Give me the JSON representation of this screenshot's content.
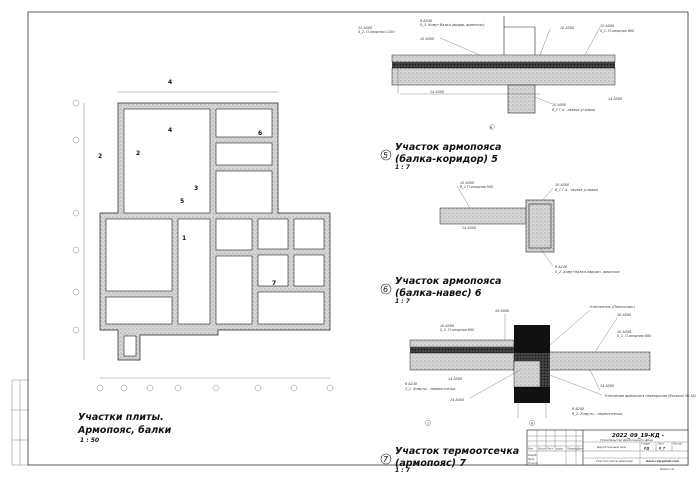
{
  "sheet": {
    "plan": {
      "title_line1": "Участки плиты.",
      "title_line2": "Армопояс, балки",
      "scale": "1 : 50",
      "section_marks": [
        "1",
        "2",
        "3",
        "4",
        "5",
        "6",
        "7"
      ]
    },
    "detail5": {
      "number": "5",
      "title_line1": "Участок армопояса",
      "title_line2": "(балка-коридор) 5",
      "scale": "1 : 7",
      "callouts": [
        "6 A240",
        "5_3. Хомут балка-(видир. армопояс)",
        "11 A500",
        "5_2. П-опорная 1100",
        "10 A500",
        "10 A500",
        "10 A500",
        "5_1. П-опорная 600",
        "14 A500",
        "14 A500",
        "10 A500",
        "6_1 Г-я - связка угловая"
      ],
      "axis": "Б"
    },
    "detail6": {
      "number": "6",
      "title_line1": "Участок армопояса",
      "title_line2": "(балка-навес) 6",
      "scale": "1 : 7",
      "callouts": [
        "10 A500",
        "6_1 П-опорная 500",
        "14 A500",
        "10 A500",
        "6_1 Г-я - связка угловая",
        "6 A240",
        "5_2. Хомут балка-наружн. армопояс"
      ]
    },
    "detail7": {
      "number": "7",
      "title_line1": "Участок термоотсечка",
      "title_line2": "(армопояс) 7",
      "scale": "1 : 7",
      "callouts": [
        "10 A500",
        "Утеплитель (Пенополиз.)",
        "10 A500",
        "5_1. П-опорная 600",
        "10 A500",
        "10 A500",
        "5_1. П-опорная 600",
        "14 A500",
        "6 A240",
        "3_1. Хомуты - термоотсечка",
        "14 A500",
        "14 A500",
        "Утепление армопояса перекрытия (Roсwool 36-38)",
        "6 A240",
        "6_2. Хомуты - термоотсечка"
      ],
      "axes": [
        "1",
        "8"
      ]
    },
    "title_block": {
      "code": "2022_09_19-КД -",
      "project": "Строительство Двухэтажного Дома",
      "object": "Двухэтажный дом",
      "sheet_name": "Участки плиты армопояс",
      "stage_label": "Стадия",
      "stage": "РД",
      "sheet_label": "Лист",
      "sheet_no": "6_7",
      "sheets_label": "Листов",
      "org": "Sasa.ru@gmail.com",
      "columns": [
        "Изм.",
        "Кол.уч",
        "Лист",
        "№док.",
        "Подпись",
        "Дата"
      ],
      "roles": [
        "Разраб.",
        "Пров.",
        "Н.контр."
      ],
      "format": "Формат А4"
    },
    "colors": {
      "line": "#222222",
      "hatch": "#9a9a9a",
      "black": "#111111"
    }
  }
}
